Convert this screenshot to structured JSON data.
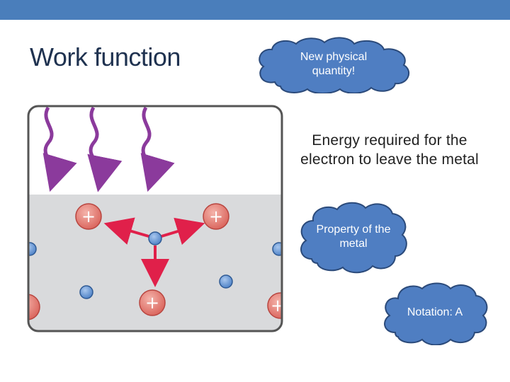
{
  "slide": {
    "title": "Work function",
    "definition": "Energy required for the electron to leave the metal"
  },
  "callouts": {
    "quantity": "New physical quantity!",
    "property": "Property of the metal",
    "notation": "Notation: A"
  },
  "colors": {
    "accent_bar": "#4a7ebb",
    "cloud_fill": "#4f7ec2",
    "cloud_stroke": "#2b4a7a",
    "photon": "#8b3a9c",
    "ion": "#e07a70",
    "electron": "#5b8fd0",
    "arrow": "#e0204a",
    "metal_surface": "#d9dadc"
  },
  "icons": {
    "incoming_light": "photon-wave-icon",
    "positive_ion": "plus-ion-icon",
    "electron": "electron-dot-icon"
  }
}
